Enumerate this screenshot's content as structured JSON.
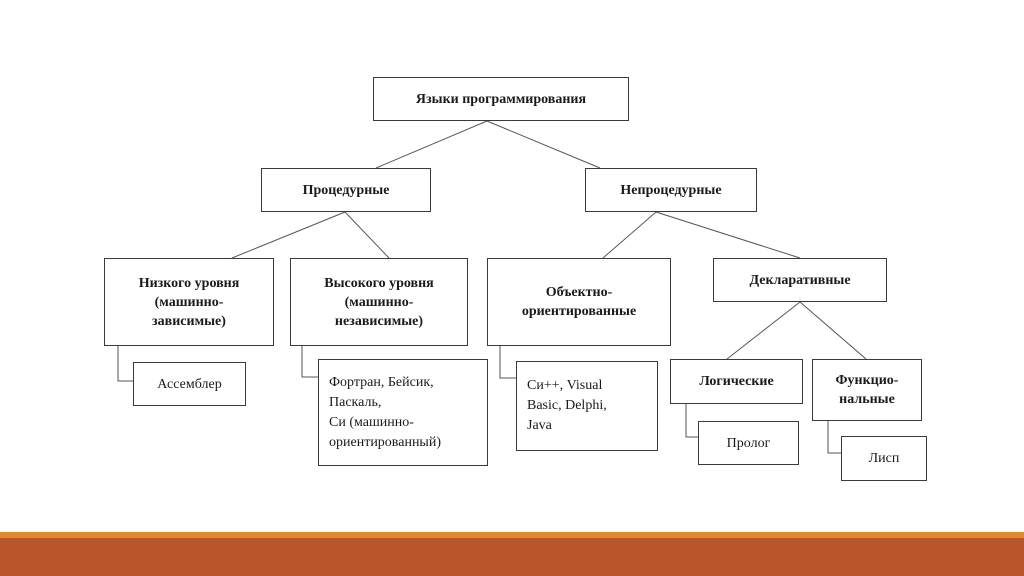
{
  "diagram": {
    "root": "Языки программирования",
    "procedural": "Процедурные",
    "nonprocedural": "Непроцедурные",
    "low_level": "Низкого уровня\n(машинно-\nзависимые)",
    "high_level": "Высокого уровня\n(машинно-\nнезависимые)",
    "object_oriented": "Объектно-\nориентированные",
    "declarative": "Декларативные",
    "assembler": "Ассемблер",
    "high_level_langs": "Фортран, Бейсик,\nПаскаль,\nСи (машинно-\nориентированный)",
    "oo_langs": "Си++, Visual\nBasic, Delphi,\nJava",
    "logical": "Логические",
    "functional": "Функцио-\nнальные",
    "prolog": "Пролог",
    "lisp": "Лисп"
  },
  "colors": {
    "footer_band": "#b8552b",
    "footer_accent": "#e08a2c",
    "border": "#3a3a3a"
  }
}
